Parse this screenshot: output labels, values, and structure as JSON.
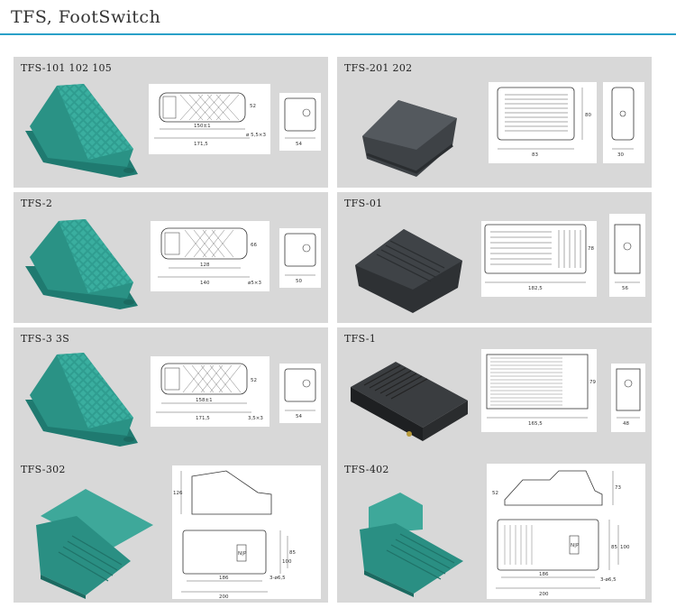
{
  "page": {
    "title": "TFS, FootSwitch"
  },
  "colors": {
    "accent_rule": "#2aa0c8",
    "panel_bg": "#d8d8d8",
    "teal": "#2d9a8e",
    "dark": "#4a4e52"
  },
  "panels": [
    {
      "label": "TFS-101 102 105",
      "dims": [
        "150±1",
        "171,5",
        "52",
        "54",
        "ø 5,5×3"
      ]
    },
    {
      "label": "TFS-201 202",
      "dims": [
        "83",
        "80",
        "30"
      ]
    },
    {
      "label": "TFS-2",
      "dims": [
        "128",
        "140",
        "66",
        "50",
        "ø5×3"
      ]
    },
    {
      "label": "TFS-01",
      "dims": [
        "182,5",
        "78",
        "56"
      ]
    },
    {
      "label": "TFS-3 3S",
      "dims": [
        "158±1",
        "171,5",
        "52",
        "54",
        "3,5×3"
      ]
    },
    {
      "label": "TFS-1",
      "dims": [
        "165,5",
        "79",
        "48"
      ]
    },
    {
      "label": "TFS-302",
      "dims": [
        "126",
        "186",
        "200",
        "85",
        "100",
        "3-ø6,5",
        "N|P"
      ]
    },
    {
      "label": "TFS-402",
      "dims": [
        "73",
        "52",
        "186",
        "200",
        "85",
        "100",
        "3-ø6,5",
        "N|P"
      ]
    }
  ]
}
